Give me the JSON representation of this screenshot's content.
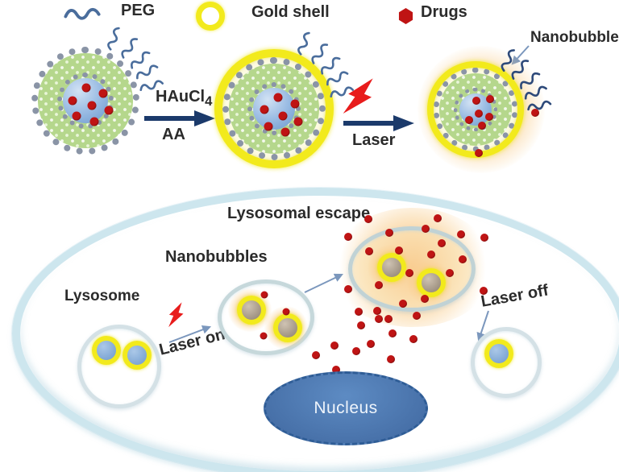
{
  "legend": {
    "peg_label": "PEG",
    "gold_shell_label": "Gold shell",
    "drugs_label": "Drugs",
    "nanobubble_label": "Nanobubble"
  },
  "reaction": {
    "step1_reagent": "HAuCl",
    "step1_reagent_sub": "4",
    "step1_reagent2": "AA",
    "step2_label": "Laser"
  },
  "cell": {
    "lysosome_label": "Lysosome",
    "laser_on_label": "Laser on",
    "nanobubbles_label": "Nanobubbles",
    "lysosomal_escape_label": "Lysosomal escape",
    "laser_off_label": "Laser off",
    "nucleus_label": "Nucleus"
  },
  "colors": {
    "arrow_navy": "#1b3a6b",
    "laser_red": "#e81c1c",
    "drug_red": "#bf1414",
    "gold": "#f2ea1c",
    "membrane_blue": "#cde6ee",
    "nucleus_blue": "#4a77b0",
    "glow_orange": "#f6b96e",
    "peg_blue": "#4a6d9c",
    "green_band": "#b5d78c"
  },
  "dots": {
    "scatter": [
      [
        457,
        272
      ],
      [
        543,
        271
      ],
      [
        432,
        294
      ],
      [
        483,
        289
      ],
      [
        528,
        284
      ],
      [
        572,
        291
      ],
      [
        601,
        295
      ],
      [
        548,
        302
      ],
      [
        458,
        312
      ],
      [
        495,
        311
      ],
      [
        535,
        316
      ],
      [
        574,
        322
      ],
      [
        508,
        339
      ],
      [
        558,
        339
      ],
      [
        432,
        359
      ],
      [
        470,
        354
      ],
      [
        600,
        361
      ],
      [
        527,
        371
      ],
      [
        500,
        377
      ],
      [
        445,
        387
      ],
      [
        468,
        386
      ],
      [
        482,
        396
      ],
      [
        517,
        392
      ],
      [
        448,
        404
      ],
      [
        470,
        396
      ],
      [
        487,
        414
      ],
      [
        513,
        421
      ],
      [
        415,
        429
      ],
      [
        442,
        436
      ],
      [
        392,
        441
      ],
      [
        460,
        427
      ],
      [
        485,
        446
      ],
      [
        417,
        459
      ],
      [
        462,
        476
      ],
      [
        664,
        140
      ],
      [
        594,
        190
      ]
    ],
    "p1_core": [
      [
        29,
        12
      ],
      [
        50,
        19
      ],
      [
        12,
        28
      ],
      [
        36,
        34
      ],
      [
        57,
        40
      ],
      [
        17,
        47
      ],
      [
        39,
        54
      ]
    ],
    "p2_core": [
      [
        31,
        12
      ],
      [
        52,
        20
      ],
      [
        14,
        27
      ],
      [
        37,
        35
      ],
      [
        56,
        42
      ],
      [
        19,
        48
      ],
      [
        40,
        55
      ]
    ],
    "p3_core": [
      [
        21,
        9
      ],
      [
        38,
        7
      ],
      [
        24,
        25
      ],
      [
        37,
        29
      ],
      [
        12,
        33
      ],
      [
        28,
        40
      ]
    ],
    "nb_vesicle": [
      [
        53,
        14
      ],
      [
        80,
        35
      ],
      [
        52,
        65
      ]
    ]
  }
}
